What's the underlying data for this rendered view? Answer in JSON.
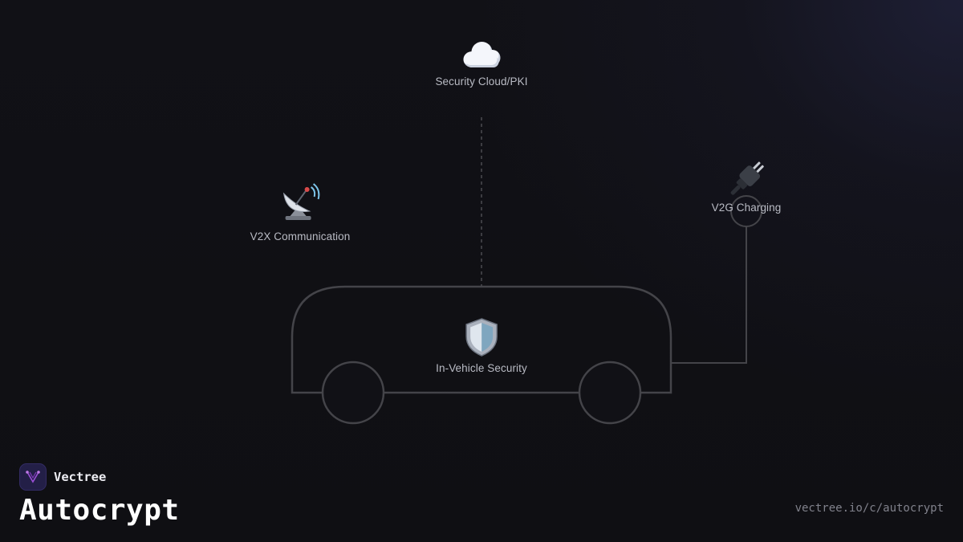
{
  "diagram": {
    "nodes": {
      "cloud": {
        "label": "Security Cloud/PKI",
        "icon": "cloud-icon"
      },
      "v2x": {
        "label": "V2X Communication",
        "icon": "satellite-dish-icon"
      },
      "v2g": {
        "label": "V2G Charging",
        "icon": "electric-plug-icon"
      },
      "vehicle": {
        "label": "In-Vehicle Security",
        "icon": "shield-icon"
      }
    }
  },
  "brand": {
    "company": "Vectree",
    "product": "Autocrypt",
    "url": "vectree.io/c/autocrypt",
    "logo_icon": "vectree-logo-icon"
  },
  "colors": {
    "background": "#111116",
    "outline": "#444449",
    "label": "#b9bbc4",
    "logo_bg": "#231f47",
    "logo_accent": "#9b4fd6"
  }
}
